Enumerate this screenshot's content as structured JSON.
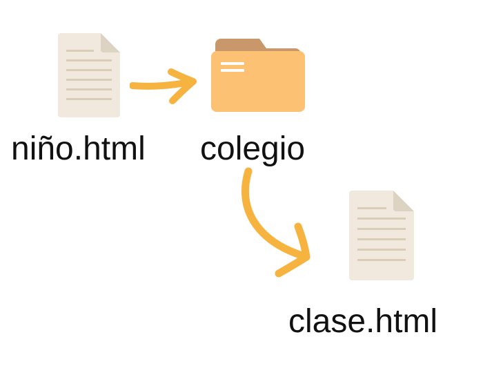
{
  "diagram": {
    "nodes": [
      {
        "id": "file-nino",
        "kind": "file",
        "icon": "document-icon",
        "label": "niño.html"
      },
      {
        "id": "folder-colegio",
        "kind": "folder",
        "icon": "folder-icon",
        "label": "colegio"
      },
      {
        "id": "file-clase",
        "kind": "file",
        "icon": "document-icon",
        "label": "clase.html"
      }
    ],
    "edges": [
      {
        "from": "file-nino",
        "to": "folder-colegio",
        "icon": "arrow-right-icon"
      },
      {
        "from": "folder-colegio",
        "to": "file-clase",
        "icon": "curved-arrow-icon"
      }
    ]
  },
  "colors": {
    "document_page": "#F1E8DE",
    "document_fold": "#DDD3C3",
    "document_lines": "#D9CDB8",
    "folder_front": "#FDC173",
    "folder_back": "#C8986A",
    "folder_detail": "#FFFFFF",
    "arrow": "#F7B340",
    "text": "#111111"
  }
}
